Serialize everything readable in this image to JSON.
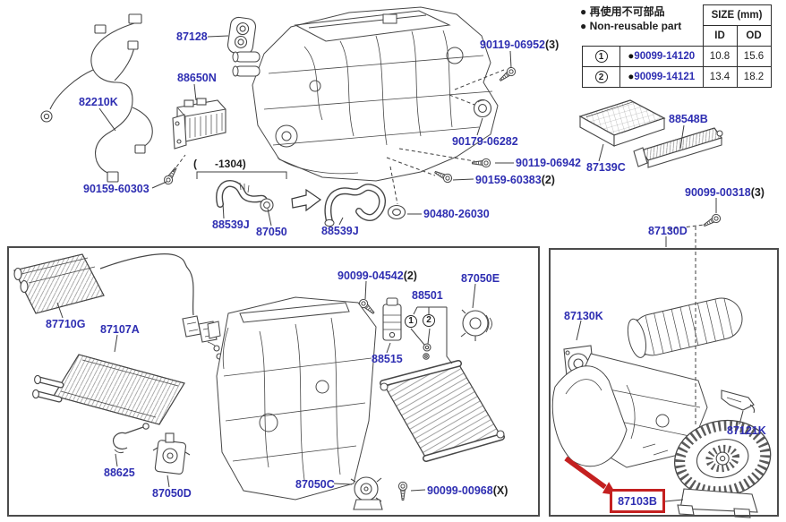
{
  "legend": {
    "line1": "● 再使用不可部品",
    "line2": "● Non-reusable part",
    "size_table": {
      "header": "SIZE (mm)",
      "col_id": "ID",
      "col_od": "OD",
      "rows": [
        {
          "ref": "1",
          "bullet": "●",
          "part": "90099-14120",
          "id": "10.8",
          "od": "15.6"
        },
        {
          "ref": "2",
          "bullet": "●",
          "part": "90099-14121",
          "id": "13.4",
          "od": "18.2"
        }
      ]
    }
  },
  "note_range": "(      -1304)",
  "diagram_refs": [
    "1",
    "2"
  ],
  "callouts": [
    {
      "num": "87128",
      "suffix": ""
    },
    {
      "num": "88650N",
      "suffix": ""
    },
    {
      "num": "82210K",
      "suffix": ""
    },
    {
      "num": "90159-60303",
      "suffix": ""
    },
    {
      "num": "90119-06952",
      "suffix": "(3)"
    },
    {
      "num": "90179-06282",
      "suffix": ""
    },
    {
      "num": "90119-06942",
      "suffix": ""
    },
    {
      "num": "90159-60383",
      "suffix": "(2)"
    },
    {
      "num": "90480-26030",
      "suffix": ""
    },
    {
      "num": "88539J",
      "suffix": ""
    },
    {
      "num": "87050",
      "suffix": ""
    },
    {
      "num": "88539J",
      "suffix": ""
    },
    {
      "num": "87139C",
      "suffix": ""
    },
    {
      "num": "88548B",
      "suffix": ""
    },
    {
      "num": "90099-00318",
      "suffix": "(3)"
    },
    {
      "num": "87130D",
      "suffix": ""
    },
    {
      "num": "87710G",
      "suffix": ""
    },
    {
      "num": "87107A",
      "suffix": ""
    },
    {
      "num": "88625",
      "suffix": ""
    },
    {
      "num": "87050D",
      "suffix": ""
    },
    {
      "num": "90099-04542",
      "suffix": "(2)"
    },
    {
      "num": "88515",
      "suffix": ""
    },
    {
      "num": "88501",
      "suffix": ""
    },
    {
      "num": "87050E",
      "suffix": ""
    },
    {
      "num": "87050C",
      "suffix": ""
    },
    {
      "num": "90099-00968",
      "suffix": "(X)"
    },
    {
      "num": "87130K",
      "suffix": ""
    },
    {
      "num": "87121K",
      "suffix": ""
    }
  ],
  "highlight": {
    "part": "87103B"
  },
  "colors": {
    "label_blue": "#2e2eb2",
    "highlight_red": "#c42020",
    "line": "#474747"
  }
}
